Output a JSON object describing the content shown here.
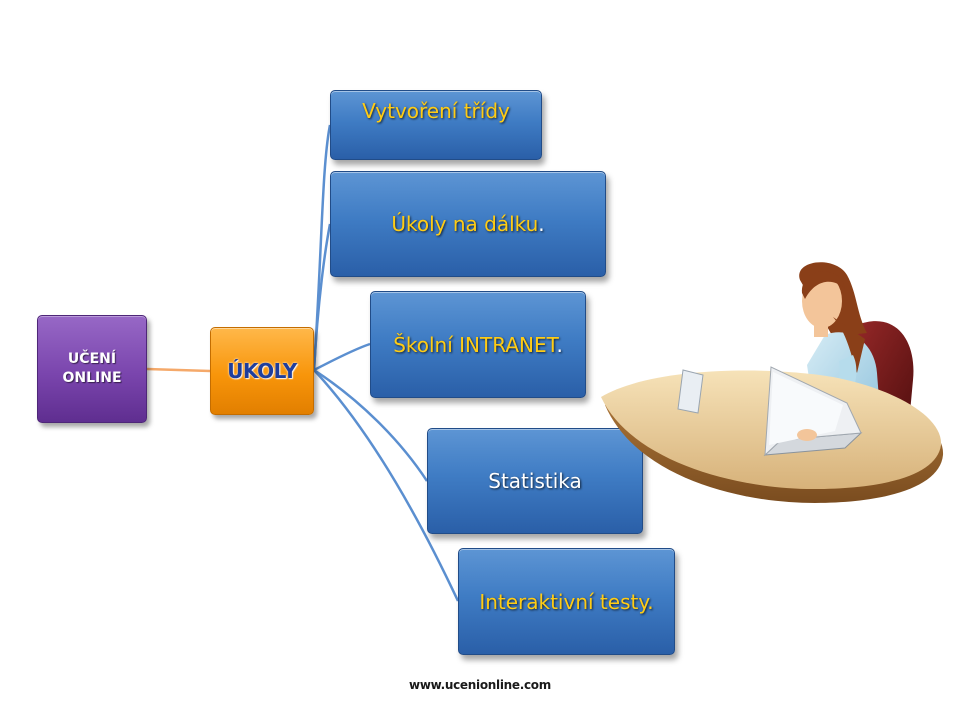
{
  "diagram": {
    "root": {
      "lines": [
        "UČENÍ",
        "ONLINE"
      ]
    },
    "hub": {
      "label": "ÚKOLY"
    },
    "branches": [
      {
        "main": "Vytvoření třídy",
        "suffix": ""
      },
      {
        "main": "Úkoly na dálku",
        "suffix": "."
      },
      {
        "main": "Školní INTRANET",
        "suffix": "."
      },
      {
        "main": "Statistika",
        "suffix": ""
      },
      {
        "main": "Interaktivní testy.",
        "suffix": ""
      }
    ]
  },
  "colors": {
    "root": "#7a45ad",
    "hub": "#f8950a",
    "hub_text": "#1f3e9c",
    "branch": "#3f7cc4",
    "branch_text_yellow": "#ffcc14",
    "branch_text_white": "#ffffff",
    "connector_root_hub": "#f5a96a",
    "connector_hub_branch": "#5b8fd0"
  },
  "illustration": {
    "icon": "woman-at-laptop-desk-icon"
  },
  "footer": {
    "url": "www.ucenionline.com"
  }
}
